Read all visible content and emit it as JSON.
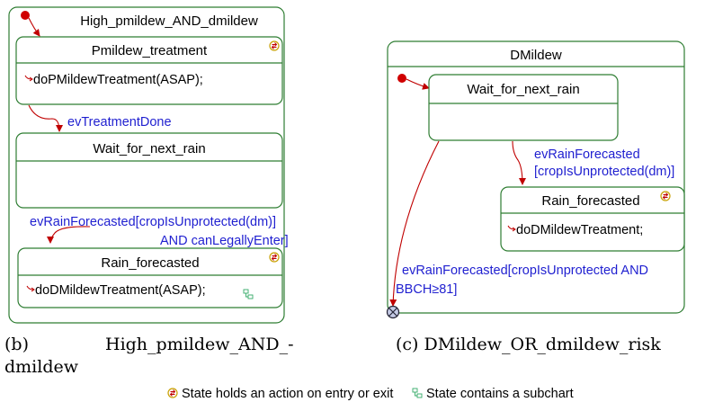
{
  "left_diagram": {
    "container_title": "High_pmildew_AND_dmildew",
    "pmildew_state": {
      "name": "Pmildew_treatment",
      "action": "doPMildewTreatment(ASAP);"
    },
    "transition_done": "evTreatmentDone",
    "wait_state": {
      "name": "Wait_for_next_rain"
    },
    "transition_rain_line1": "evRainForecasted[cropIsUnprotected(dm)]",
    "transition_rain_line2": "AND canLegallyEnter]",
    "rain_state": {
      "name": "Rain_forecasted",
      "action": "doDMildewTreatment(ASAP);"
    }
  },
  "right_diagram": {
    "container_title": "DMildew",
    "wait_state": {
      "name": "Wait_for_next_rain"
    },
    "transition_rain_line1": "evRainForecasted",
    "transition_rain_line2": "[cropIsUnprotected(dm)]",
    "rain_state": {
      "name": "Rain_forecasted",
      "action": "doDMildewTreatment;"
    },
    "transition_final_line1": "evRainForecasted[cropIsUnprotected AND",
    "transition_final_line2": "BBCH≥81]"
  },
  "captions": {
    "left_label": "(b)",
    "left_word1": "High_pmildew_AND_-",
    "left_word2": "dmildew",
    "right": "(c) DMildew_OR_dmildew_risk"
  },
  "legend": {
    "entry_exit_text": "State holds an action on entry or exit",
    "subchart_text": "State contains a subchart"
  },
  "colors": {
    "state_border": "#2e7d32",
    "transition_arrow": "#c00000",
    "transition_label": "#1f1fd0",
    "entry_exit_icon": "#c8a000"
  }
}
